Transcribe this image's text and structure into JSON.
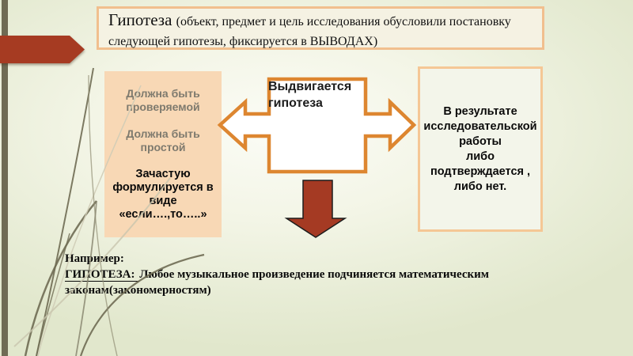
{
  "title": {
    "emphasis": "Гипотеза ",
    "rest": "(объект, предмет и цель исследования обусловили постановку следующей гипотезы, фиксируется в ВЫВОДАХ)"
  },
  "left_box": {
    "items": [
      {
        "text": "Должна быть\nпроверяемой",
        "muted": true
      },
      {
        "text": "Должна быть\nпростой",
        "muted": true
      },
      {
        "text": "Зачастую\nформулируется в\nвиде\n«если….,то…..»",
        "muted": false
      }
    ]
  },
  "callout": {
    "label": "Выдвигается\nгипотеза"
  },
  "right_box": {
    "text": "В результате\nисследовательской\nработы\nлибо\nподтверждается ,\nлибо нет."
  },
  "example": {
    "intro": "Например:",
    "term": "ГИПОТЕЗА: ",
    "body": "Любое музыкальное произведение подчиняется математическим законам(закономерностям)"
  },
  "icons": {
    "top_left": "right-arrow",
    "center": "left-right-arrow-callout",
    "below_center": "down-arrow"
  },
  "colors": {
    "accent_orange": "#DD8630",
    "peach_fill": "#F8D8B5",
    "peach_border": "#F1BF8E",
    "title_fill": "#F5F2E3",
    "dark_red": "#A63B22",
    "olive_bar": "#6F6B54",
    "muted_text": "#7E7A6E",
    "background_green": "#E7ECD5"
  }
}
